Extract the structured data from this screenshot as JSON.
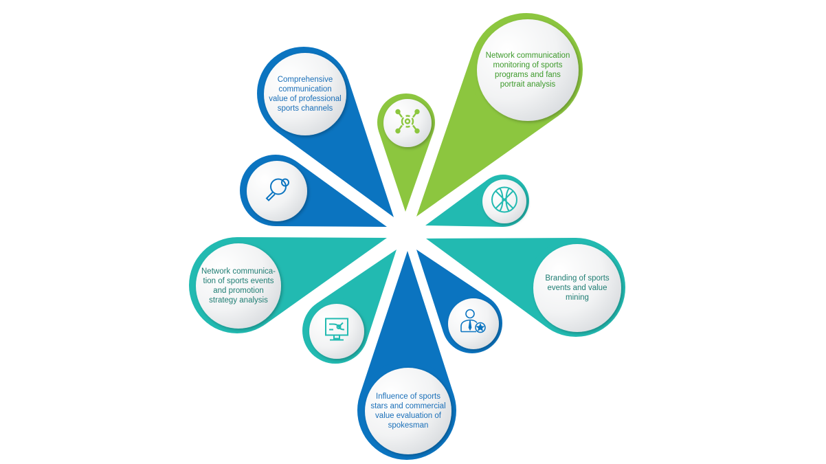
{
  "colors": {
    "blue": "#0b74c0",
    "green": "#8cc63f",
    "teal": "#22bab1"
  },
  "petals": [
    {
      "id": "professional-channels",
      "label": "Comprehensive communication value of professional sports channels",
      "color": "blue"
    },
    {
      "id": "network-monitor-icon",
      "icon": "network-nodes-icon",
      "color": "green"
    },
    {
      "id": "fans-portrait",
      "label": "Network communication monitoring of sports programs and fans portrait analysis",
      "color": "green"
    },
    {
      "id": "ping-pong-icon",
      "icon": "ping-pong-paddle-icon",
      "color": "blue"
    },
    {
      "id": "basketball-icon",
      "icon": "basketball-icon",
      "color": "teal"
    },
    {
      "id": "events-promotion",
      "label": "Network communica-tion of sports events and promotion strategy analysis",
      "color": "teal"
    },
    {
      "id": "monitor-icon",
      "icon": "monitor-chart-icon",
      "color": "teal"
    },
    {
      "id": "stars-spokesman",
      "label": "Influence of sports stars and commercial value evaluation of spokesman",
      "color": "blue"
    },
    {
      "id": "person-star-icon",
      "icon": "person-star-icon",
      "color": "blue"
    },
    {
      "id": "branding",
      "label": "Branding of sports events and value mining",
      "color": "teal"
    }
  ]
}
